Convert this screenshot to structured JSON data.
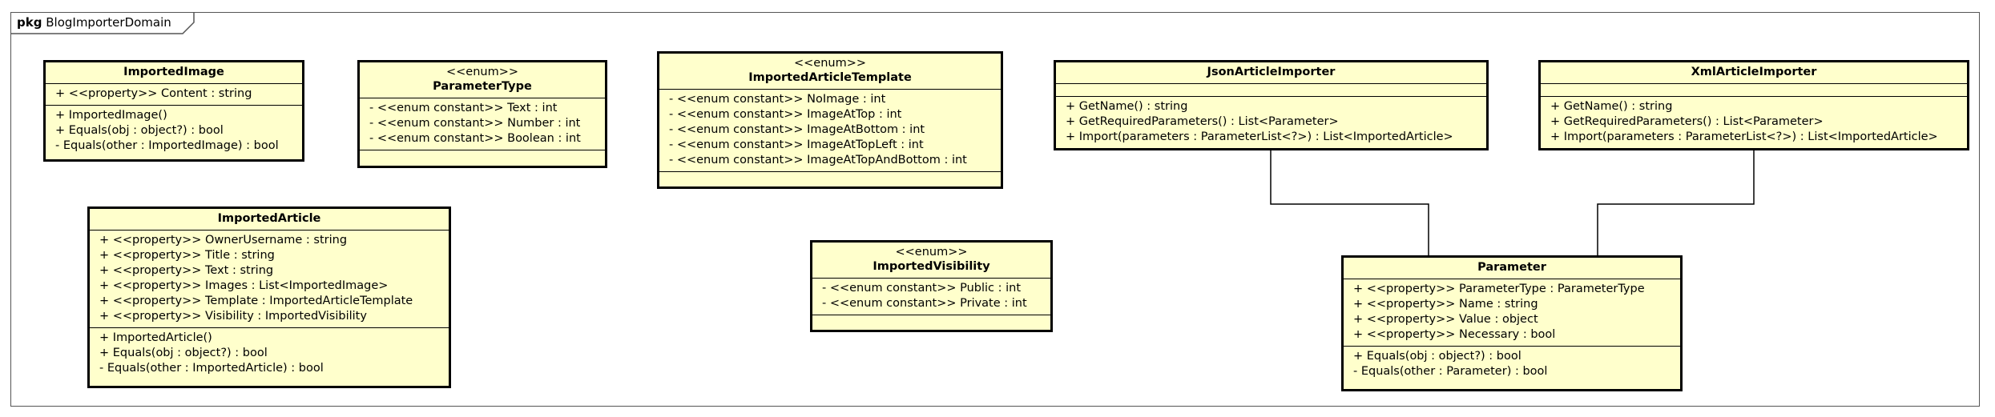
{
  "package": {
    "keyword": "pkg",
    "name": "BlogImporterDomain"
  },
  "classes": {
    "imported_image": {
      "name": "ImportedImage",
      "attributes": [
        "+ <<property>> Content : string"
      ],
      "operations": [
        "+ ImportedImage()",
        "+ Equals(obj : object?) : bool",
        "- Equals(other : ImportedImage) : bool"
      ]
    },
    "parameter_type": {
      "stereotype": "<<enum>>",
      "name": "ParameterType",
      "attributes": [
        "- <<enum constant>> Text : int",
        "- <<enum constant>> Number : int",
        "- <<enum constant>> Boolean : int"
      ]
    },
    "imported_article_template": {
      "stereotype": "<<enum>>",
      "name": "ImportedArticleTemplate",
      "attributes": [
        "- <<enum constant>> NoImage : int",
        "- <<enum constant>> ImageAtTop : int",
        "- <<enum constant>> ImageAtBottom : int",
        "- <<enum constant>> ImageAtTopLeft : int",
        "- <<enum constant>> ImageAtTopAndBottom : int"
      ]
    },
    "json_article_importer": {
      "name": "JsonArticleImporter",
      "operations": [
        "+ GetName() : string",
        "+ GetRequiredParameters() : List<Parameter>",
        "+ Import(parameters : ParameterList<?>) : List<ImportedArticle>"
      ]
    },
    "xml_article_importer": {
      "name": "XmlArticleImporter",
      "operations": [
        "+ GetName() : string",
        "+ GetRequiredParameters() : List<Parameter>",
        "+ Import(parameters : ParameterList<?>) : List<ImportedArticle>"
      ]
    },
    "imported_article": {
      "name": "ImportedArticle",
      "attributes": [
        "+ <<property>> OwnerUsername : string",
        "+ <<property>> Title : string",
        "+ <<property>> Text : string",
        "+ <<property>> Images : List<ImportedImage>",
        "+ <<property>> Template : ImportedArticleTemplate",
        "+ <<property>> Visibility : ImportedVisibility"
      ],
      "operations": [
        "+ ImportedArticle()",
        "+ Equals(obj : object?) : bool",
        "- Equals(other : ImportedArticle) : bool"
      ]
    },
    "imported_visibility": {
      "stereotype": "<<enum>>",
      "name": "ImportedVisibility",
      "attributes": [
        "- <<enum constant>> Public : int",
        "- <<enum constant>> Private : int"
      ]
    },
    "parameter": {
      "name": "Parameter",
      "attributes": [
        "+ <<property>> ParameterType : ParameterType",
        "+ <<property>> Name : string",
        "+ <<property>> Value : object",
        "+ <<property>> Necessary : bool"
      ],
      "operations": [
        "+ Equals(obj : object?) : bool",
        "- Equals(other : Parameter) : bool"
      ]
    }
  }
}
